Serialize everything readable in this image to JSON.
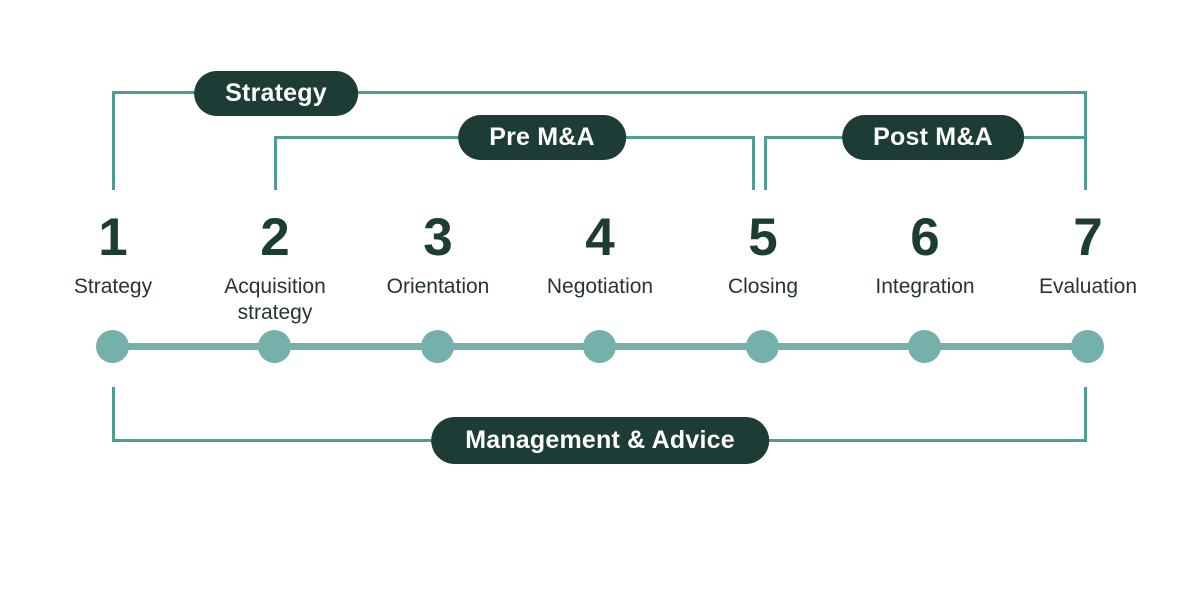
{
  "diagram": {
    "pills": {
      "strategy": "Strategy",
      "pre_ma": "Pre M&A",
      "post_ma": "Post M&A",
      "management": "Management & Advice"
    },
    "steps": [
      {
        "number": "1",
        "label": "Strategy"
      },
      {
        "number": "2",
        "label": "Acquisition strategy"
      },
      {
        "number": "3",
        "label": "Orientation"
      },
      {
        "number": "4",
        "label": "Negotiation"
      },
      {
        "number": "5",
        "label": "Closing"
      },
      {
        "number": "6",
        "label": "Integration"
      },
      {
        "number": "7",
        "label": "Evaluation"
      }
    ],
    "colors": {
      "pill_bg": "#1d3c35",
      "pill_text": "#ffffff",
      "bracket_line": "#4f9c93",
      "timeline": "#74b1ab",
      "number_text": "#1d3c35",
      "label_text": "#27352f"
    }
  }
}
